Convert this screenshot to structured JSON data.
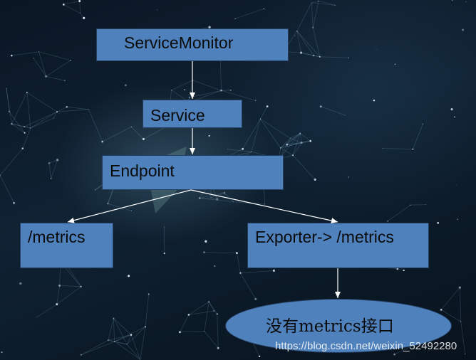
{
  "nodes": {
    "service_monitor": "ServiceMonitor",
    "service": "Service",
    "endpoint": "Endpoint",
    "metrics": "/metrics",
    "exporter": "Exporter-> /metrics",
    "no_metrics": "没有metrics接口"
  },
  "watermark": "https://blog.csdn.net/weixin_52492280",
  "colors": {
    "node_fill": "#4f81bd",
    "node_border": "#243f60",
    "arrow": "#ffffff",
    "background": "#0f2233"
  }
}
